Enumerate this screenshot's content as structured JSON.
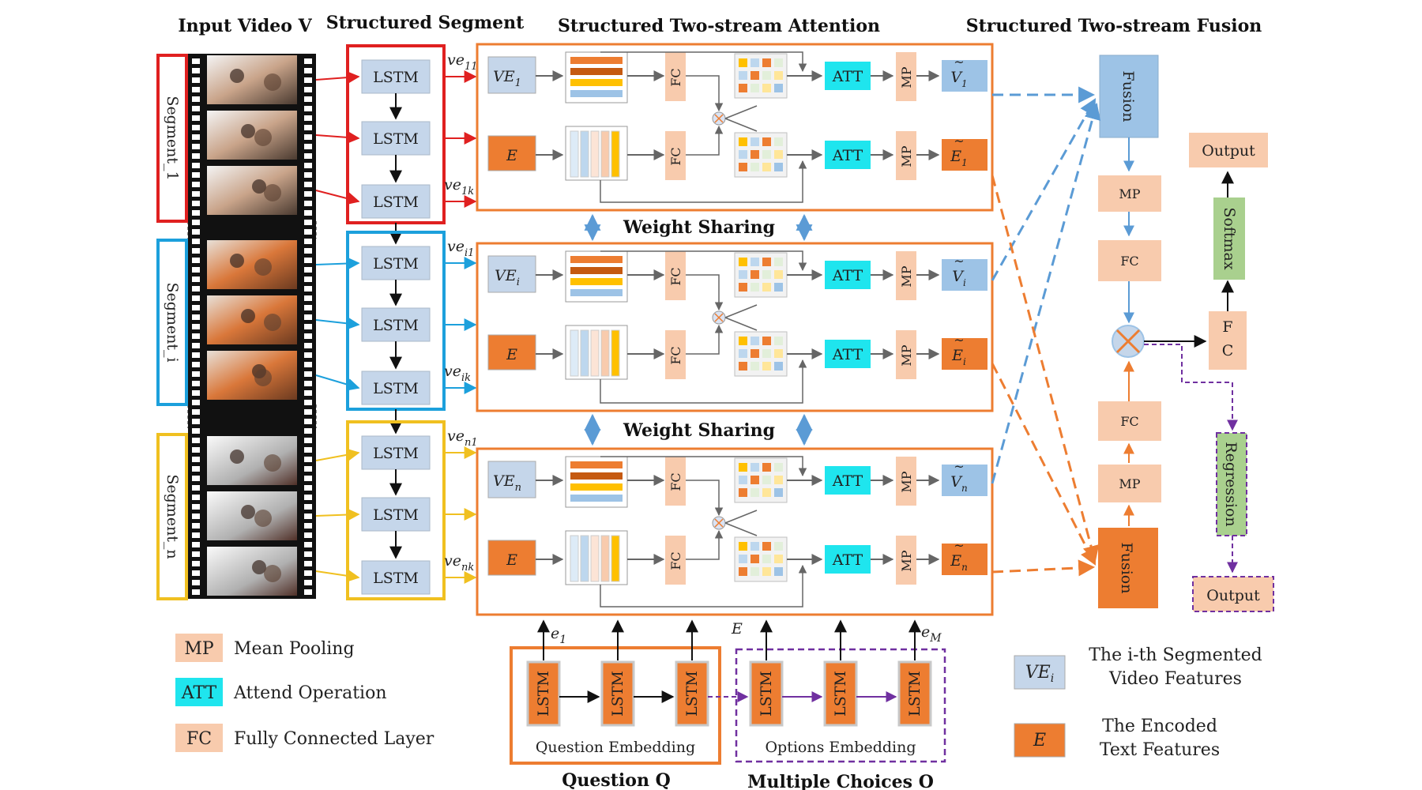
{
  "headers": {
    "input_video": "Input Video V",
    "structured_segment": "Structured Segment",
    "two_stream_attention": "Structured Two-stream Attention",
    "two_stream_fusion": "Structured Two-stream Fusion"
  },
  "segments": [
    {
      "label": "Segment_1",
      "color": "#e02020",
      "ve_top": "ve",
      "ve_top_sub": "11",
      "ve_bottom": "ve",
      "ve_bottom_sub": "1k",
      "vis": "VE",
      "vis_sub": "1",
      "vt": "V",
      "vt_sub": "1",
      "et": "E",
      "et_sub": "1"
    },
    {
      "label": "Segment_i",
      "color": "#1ca0dc",
      "ve_top": "ve",
      "ve_top_sub": "i1",
      "ve_bottom": "ve",
      "ve_bottom_sub": "ik",
      "vis": "VE",
      "vis_sub": "i",
      "vt": "V",
      "vt_sub": "i",
      "et": "E",
      "et_sub": "i"
    },
    {
      "label": "Segment_n",
      "color": "#f0c020",
      "ve_top": "ve",
      "ve_top_sub": "n1",
      "ve_bottom": "ve",
      "ve_bottom_sub": "nk",
      "vis": "VE",
      "vis_sub": "n",
      "vt": "V",
      "vt_sub": "n",
      "et": "E",
      "et_sub": "n"
    }
  ],
  "labels": {
    "lstm": "LSTM",
    "fc": "FC",
    "att": "ATT",
    "mp": "MP",
    "e": "E",
    "weight_sharing": "Weight Sharing",
    "fusion": "Fusion",
    "output": "Output",
    "softmax": "Softmax",
    "regression": "Regression",
    "f": "F",
    "c": "C",
    "e1": "e",
    "e1_sub": "1",
    "eM": "e",
    "eM_sub": "M",
    "E_mid": "E",
    "question_embedding": "Question Embedding",
    "options_embedding": "Options Embedding",
    "question_q": "Question Q",
    "multiple_choices": "Multiple Choices O"
  },
  "legend": {
    "mp_key": "MP",
    "mp_text": "Mean Pooling",
    "att_key": "ATT",
    "att_text": "Attend Operation",
    "fc_key": "FC",
    "fc_text": "Fully Connected Layer",
    "ve_key": "VE",
    "ve_key_sub": "i",
    "ve_text_1": "The i-th Segmented",
    "ve_text_2": "Video Features",
    "e_key": "E",
    "e_text_1": "The Encoded",
    "e_text_2": "Text Features"
  },
  "colors": {
    "orange": "#ed7d31",
    "light_orange": "#f8cbad",
    "blue": "#9dc3e6",
    "lstm_blue": "#c5d6ea",
    "cyan": "#1fe5ee",
    "green": "#a9d08e",
    "purple": "#7030a0",
    "red": "#e02020",
    "seg_blue": "#1ca0dc",
    "seg_yellow": "#f0c020"
  }
}
